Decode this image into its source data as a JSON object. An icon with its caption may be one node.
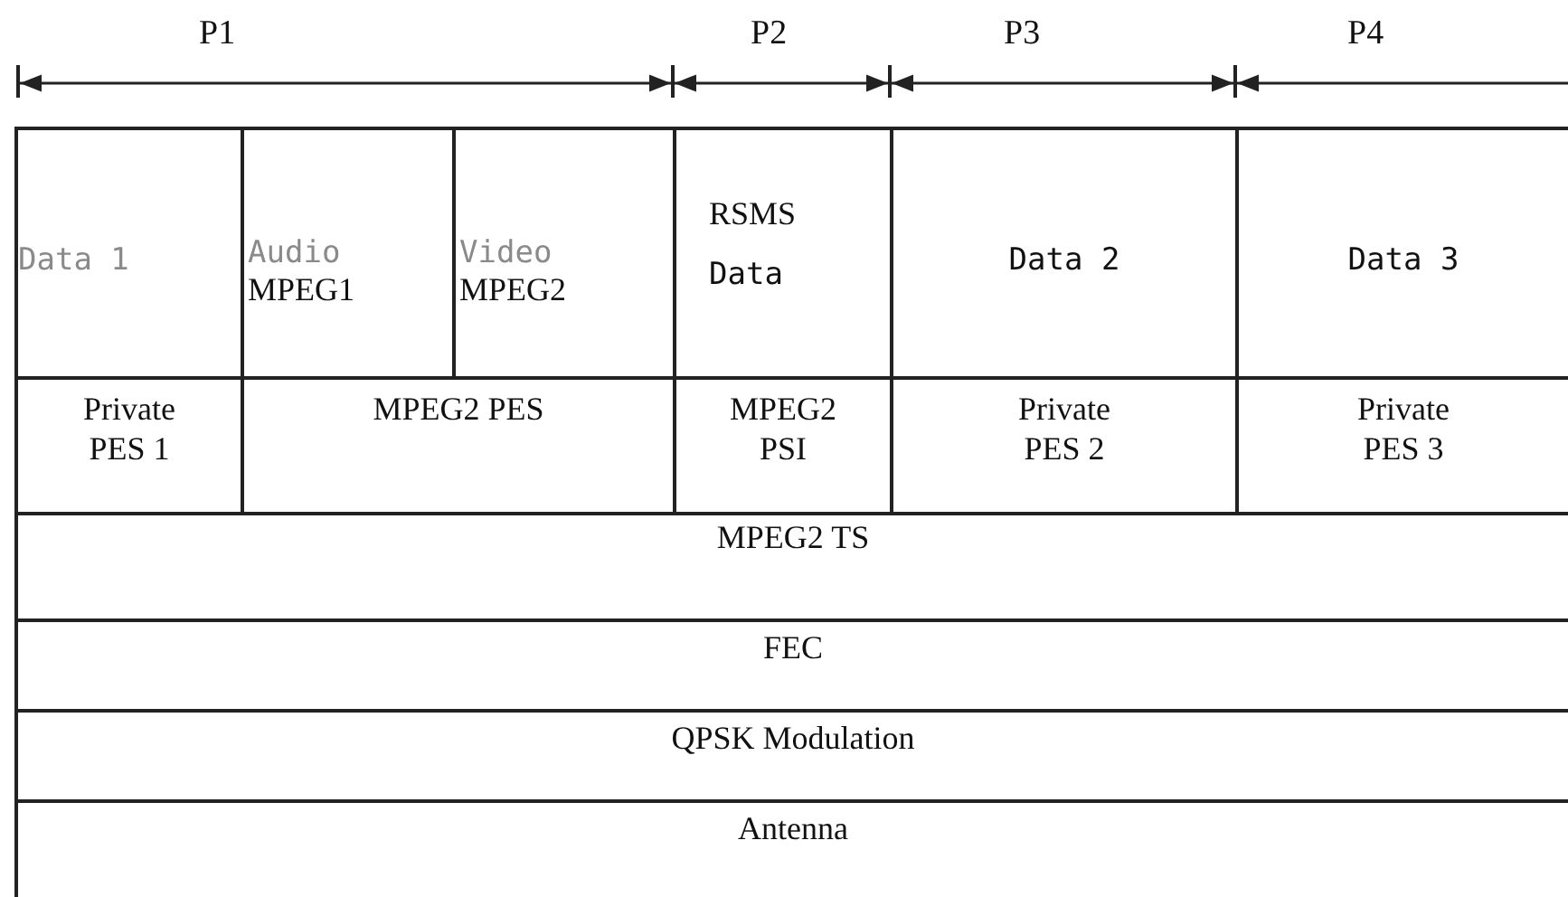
{
  "diagram": {
    "nodes": [
      {
        "text": [
          "Data 1"
        ]
      },
      {
        "text": [
          "Audio",
          "MPEG1"
        ]
      },
      {
        "text": [
          "Video",
          "MPEG2"
        ]
      },
      {
        "text": [
          "RSMS",
          "Data"
        ]
      },
      {
        "text": [
          "Data 2"
        ]
      },
      {
        "text": [
          "Data 3"
        ]
      },
      {
        "text": [
          "Private PES 1"
        ]
      },
      {
        "text": [
          "MPEG2 PES"
        ]
      },
      {
        "text": [
          "MPEG2 PSI"
        ]
      },
      {
        "text": [
          "Private PES 2"
        ]
      },
      {
        "text": [
          "Private PES 3"
        ]
      },
      {
        "text": [
          "MPEG2 TS"
        ]
      },
      {
        "text": [
          "FEC"
        ]
      },
      {
        "text": [
          "QPSK Modulation"
        ]
      },
      {
        "text": [
          "Antenna"
        ]
      }
    ],
    "labels": [
      "P1",
      "P2",
      "P3",
      "P4"
    ]
  }
}
